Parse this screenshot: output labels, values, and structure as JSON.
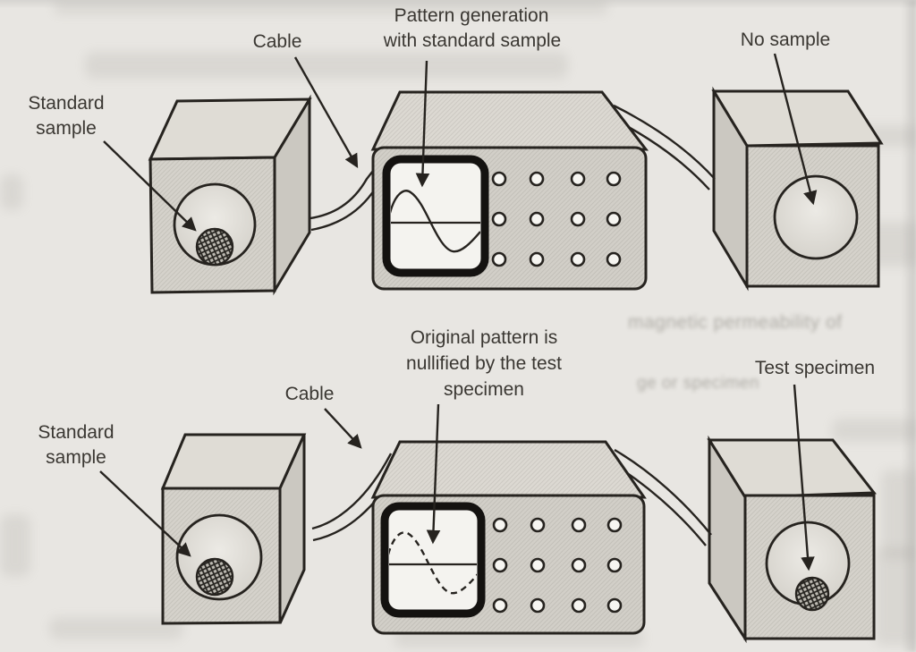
{
  "colors": {
    "page_bg": "#e8e6e2",
    "box_front": "#d5d2cb",
    "box_top": "#dfdcd5",
    "box_side": "#cbc8c1",
    "instrument_body": "#d2cfc8",
    "instrument_top": "#dcd9d2",
    "screen_bg": "#f4f3ef",
    "screen_frame": "#141210"
  },
  "top_row": {
    "standard_sample_label": [
      "Standard",
      "sample"
    ],
    "cable_label": "Cable",
    "scope_annotation": [
      "Pattern generation",
      "with standard sample"
    ],
    "no_sample_label": "No sample",
    "waveform_style": "solid sine"
  },
  "bottom_row": {
    "standard_sample_label": [
      "Standard",
      "sample"
    ],
    "cable_label": "Cable",
    "scope_annotation": [
      "Original pattern is",
      "nullified by the test",
      "specimen"
    ],
    "test_specimen_label": "Test specimen",
    "waveform_style": "dashed sine"
  },
  "bleedthrough_fragments": [
    "magnetic permeability of",
    "ge or specimen"
  ]
}
